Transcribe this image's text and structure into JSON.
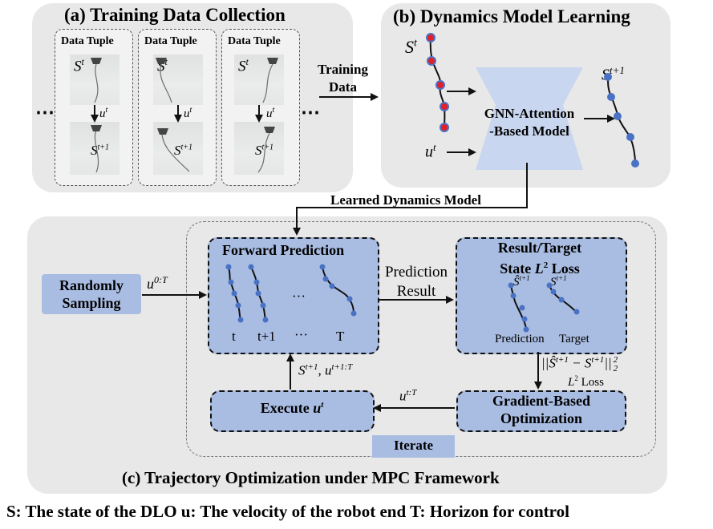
{
  "panel_a": {
    "title": "(a) Training Data Collection",
    "tuple_label": "Data Tuple",
    "state_t": "S",
    "state_t_sup": "t",
    "state_t1": "S",
    "state_t1_sup": "t+1",
    "control": "u",
    "control_sup": "t",
    "ellipsis": "⋯"
  },
  "training_data": {
    "line1": "Training",
    "line2": "Data"
  },
  "panel_b": {
    "title": "(b) Dynamics Model Learning",
    "model_line1": "GNN-Attention",
    "model_line2": "-Based Model",
    "input_state": "S",
    "input_state_sup": "t",
    "input_control": "u",
    "input_control_sup": "t",
    "output_state": "S",
    "output_state_sup": "t+1"
  },
  "learned_model_label": "Learned Dynamics Model",
  "panel_c": {
    "title": "(c) Trajectory Optimization under MPC Framework",
    "random_sampling_line1": "Randomly",
    "random_sampling_line2": "Sampling",
    "u0T": "u",
    "u0T_sup": "0:T",
    "forward_title": "Forward Prediction",
    "step_labels": [
      "t",
      "t+1",
      "···",
      "T"
    ],
    "dots": "···",
    "prediction_result_line1": "Prediction",
    "prediction_result_line2": "Result",
    "loss_title_line1": "Result/Target",
    "loss_title_line2": "State ",
    "loss_title_L": "L",
    "loss_title_sup": "2",
    "loss_title_end": " Loss",
    "pred_label": "Prediction",
    "target_label": "Target",
    "loss_formula": "||Ŝ",
    "loss_formula_sup": "t+1",
    "loss_formula_mid": " − S",
    "loss_formula_mid_sup": "t+1",
    "loss_formula_end": "||",
    "loss_formula_norm_sup": "2",
    "loss_formula_norm_sub": "2",
    "loss_name_L": "L",
    "loss_name_sup": "2",
    "loss_name_end": " Loss",
    "gradient_line1": "Gradient-Based",
    "gradient_line2": "Optimization",
    "utT": "u",
    "utT_sup": "t:T",
    "execute_text": "Execute ",
    "execute_u": "u",
    "execute_sup": "t",
    "feedback": "S",
    "feedback_sup": "t+1",
    "feedback_mid": ", u",
    "feedback_mid_sup": "t+1:T",
    "iterate": "Iterate"
  },
  "footer": "S: The state of the DLO  u: The velocity of the robot end  T: Horizon for control",
  "colors": {
    "panel": "#e8e8e8",
    "box_blue": "#a9bde3",
    "model_blue": "#c9d6f0",
    "node_blue": "#4a72c4",
    "node_red": "#e0202a"
  }
}
